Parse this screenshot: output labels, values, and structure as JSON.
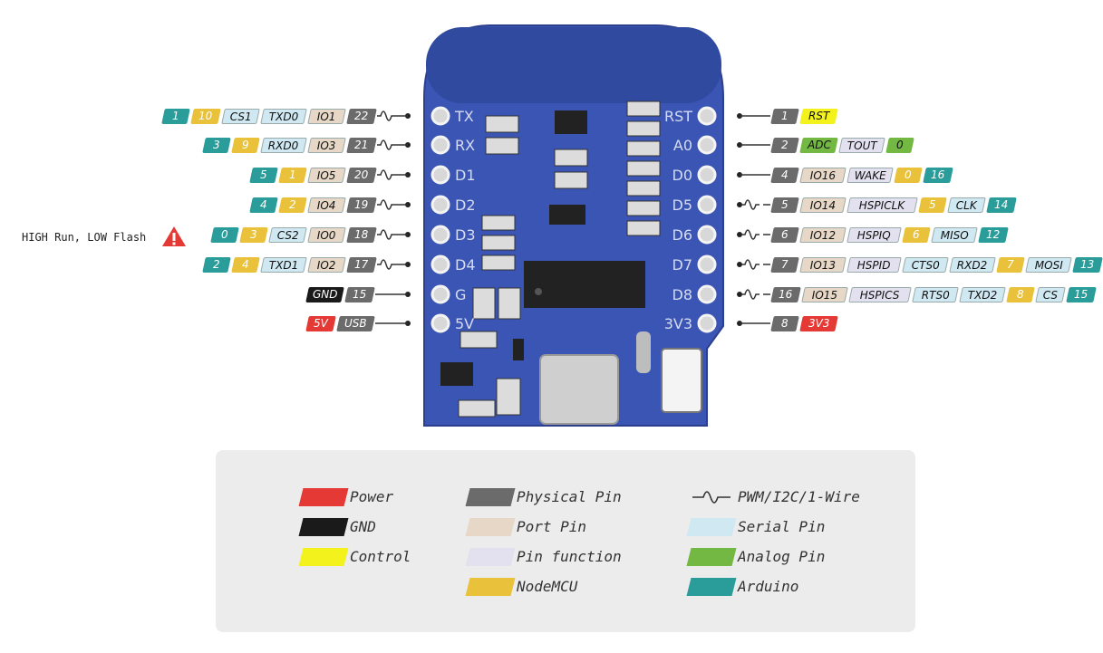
{
  "colors": {
    "arduino": "#2a9d9a",
    "nodemcu": "#e9c13a",
    "serial": "#cfe8f1",
    "port": "#e6d7c6",
    "physical": "#6b6b6b",
    "function": "#e3e1f0",
    "power": "#e53935",
    "gnd": "#1a1a1a",
    "control": "#f3f21c",
    "analog": "#72b843",
    "board": "#3a55b4"
  },
  "board": {
    "left_pins": [
      "TX",
      "RX",
      "D1",
      "D2",
      "D3",
      "D4",
      "G",
      "5V"
    ],
    "right_pins": [
      "RST",
      "A0",
      "D0",
      "D5",
      "D6",
      "D7",
      "D8",
      "3V3"
    ]
  },
  "left_rows": [
    {
      "pwm": true,
      "tags": [
        {
          "t": "1",
          "c": "arduino"
        },
        {
          "t": "10",
          "c": "nodemcu"
        },
        {
          "t": "CS1",
          "c": "serial"
        },
        {
          "t": "TXD0",
          "c": "serial"
        },
        {
          "t": "IO1",
          "c": "port"
        },
        {
          "t": "22",
          "c": "physical"
        }
      ]
    },
    {
      "pwm": true,
      "tags": [
        {
          "t": "3",
          "c": "arduino"
        },
        {
          "t": "9",
          "c": "nodemcu"
        },
        {
          "t": "RXD0",
          "c": "serial"
        },
        {
          "t": "IO3",
          "c": "port"
        },
        {
          "t": "21",
          "c": "physical"
        }
      ]
    },
    {
      "pwm": true,
      "tags": [
        {
          "t": "5",
          "c": "arduino"
        },
        {
          "t": "1",
          "c": "nodemcu"
        },
        {
          "t": "IO5",
          "c": "port"
        },
        {
          "t": "20",
          "c": "physical"
        }
      ]
    },
    {
      "pwm": true,
      "tags": [
        {
          "t": "4",
          "c": "arduino"
        },
        {
          "t": "2",
          "c": "nodemcu"
        },
        {
          "t": "IO4",
          "c": "port"
        },
        {
          "t": "19",
          "c": "physical"
        }
      ]
    },
    {
      "pwm": true,
      "tags": [
        {
          "t": "0",
          "c": "arduino"
        },
        {
          "t": "3",
          "c": "nodemcu"
        },
        {
          "t": "CS2",
          "c": "serial"
        },
        {
          "t": "IO0",
          "c": "port"
        },
        {
          "t": "18",
          "c": "physical"
        }
      ]
    },
    {
      "pwm": true,
      "tags": [
        {
          "t": "2",
          "c": "arduino"
        },
        {
          "t": "4",
          "c": "nodemcu"
        },
        {
          "t": "TXD1",
          "c": "serial"
        },
        {
          "t": "IO2",
          "c": "port"
        },
        {
          "t": "17",
          "c": "physical"
        }
      ]
    },
    {
      "pwm": false,
      "tags": [
        {
          "t": "GND",
          "c": "gnd"
        },
        {
          "t": "15",
          "c": "physical"
        }
      ]
    },
    {
      "pwm": false,
      "tags": [
        {
          "t": "5V",
          "c": "power"
        },
        {
          "t": "USB",
          "c": "physical"
        }
      ]
    }
  ],
  "right_rows": [
    {
      "pwm": false,
      "tags": [
        {
          "t": "1",
          "c": "physical"
        },
        {
          "t": "RST",
          "c": "control"
        }
      ]
    },
    {
      "pwm": false,
      "tags": [
        {
          "t": "2",
          "c": "physical"
        },
        {
          "t": "ADC",
          "c": "analog"
        },
        {
          "t": "TOUT",
          "c": "function"
        },
        {
          "t": "0",
          "c": "analog"
        }
      ]
    },
    {
      "pwm": false,
      "tags": [
        {
          "t": "4",
          "c": "physical"
        },
        {
          "t": "IO16",
          "c": "port"
        },
        {
          "t": "WAKE",
          "c": "function"
        },
        {
          "t": "0",
          "c": "nodemcu"
        },
        {
          "t": "16",
          "c": "arduino"
        }
      ]
    },
    {
      "pwm": true,
      "tags": [
        {
          "t": "5",
          "c": "physical"
        },
        {
          "t": "IO14",
          "c": "port"
        },
        {
          "t": "HSPICLK",
          "c": "function"
        },
        {
          "t": "5",
          "c": "nodemcu"
        },
        {
          "t": "CLK",
          "c": "serial"
        },
        {
          "t": "14",
          "c": "arduino"
        }
      ]
    },
    {
      "pwm": true,
      "tags": [
        {
          "t": "6",
          "c": "physical"
        },
        {
          "t": "IO12",
          "c": "port"
        },
        {
          "t": "HSPIQ",
          "c": "function"
        },
        {
          "t": "6",
          "c": "nodemcu"
        },
        {
          "t": "MISO",
          "c": "serial"
        },
        {
          "t": "12",
          "c": "arduino"
        }
      ]
    },
    {
      "pwm": true,
      "tags": [
        {
          "t": "7",
          "c": "physical"
        },
        {
          "t": "IO13",
          "c": "port"
        },
        {
          "t": "HSPID",
          "c": "function"
        },
        {
          "t": "CTS0",
          "c": "serial"
        },
        {
          "t": "RXD2",
          "c": "serial"
        },
        {
          "t": "7",
          "c": "nodemcu"
        },
        {
          "t": "MOSI",
          "c": "serial"
        },
        {
          "t": "13",
          "c": "arduino"
        }
      ]
    },
    {
      "pwm": true,
      "tags": [
        {
          "t": "16",
          "c": "physical"
        },
        {
          "t": "IO15",
          "c": "port"
        },
        {
          "t": "HSPICS",
          "c": "function"
        },
        {
          "t": "RTS0",
          "c": "serial"
        },
        {
          "t": "TXD2",
          "c": "serial"
        },
        {
          "t": "8",
          "c": "nodemcu"
        },
        {
          "t": "CS",
          "c": "serial"
        },
        {
          "t": "15",
          "c": "arduino"
        }
      ]
    },
    {
      "pwm": false,
      "tags": [
        {
          "t": "8",
          "c": "physical"
        },
        {
          "t": "3V3",
          "c": "power"
        }
      ]
    }
  ],
  "note": "HIGH Run, LOW Flash",
  "legend": [
    {
      "label": "Power",
      "c": "power"
    },
    {
      "label": "GND",
      "c": "gnd"
    },
    {
      "label": "Control",
      "c": "control"
    },
    {
      "label": "Physical Pin",
      "c": "physical"
    },
    {
      "label": "Port Pin",
      "c": "port"
    },
    {
      "label": "Pin function",
      "c": "function"
    },
    {
      "label": "NodeMCU",
      "c": "nodemcu"
    },
    {
      "label": "PWM/I2C/1-Wire",
      "c": "pwm"
    },
    {
      "label": "Serial Pin",
      "c": "serial"
    },
    {
      "label": "Analog Pin",
      "c": "analog"
    },
    {
      "label": "Arduino",
      "c": "arduino"
    }
  ]
}
